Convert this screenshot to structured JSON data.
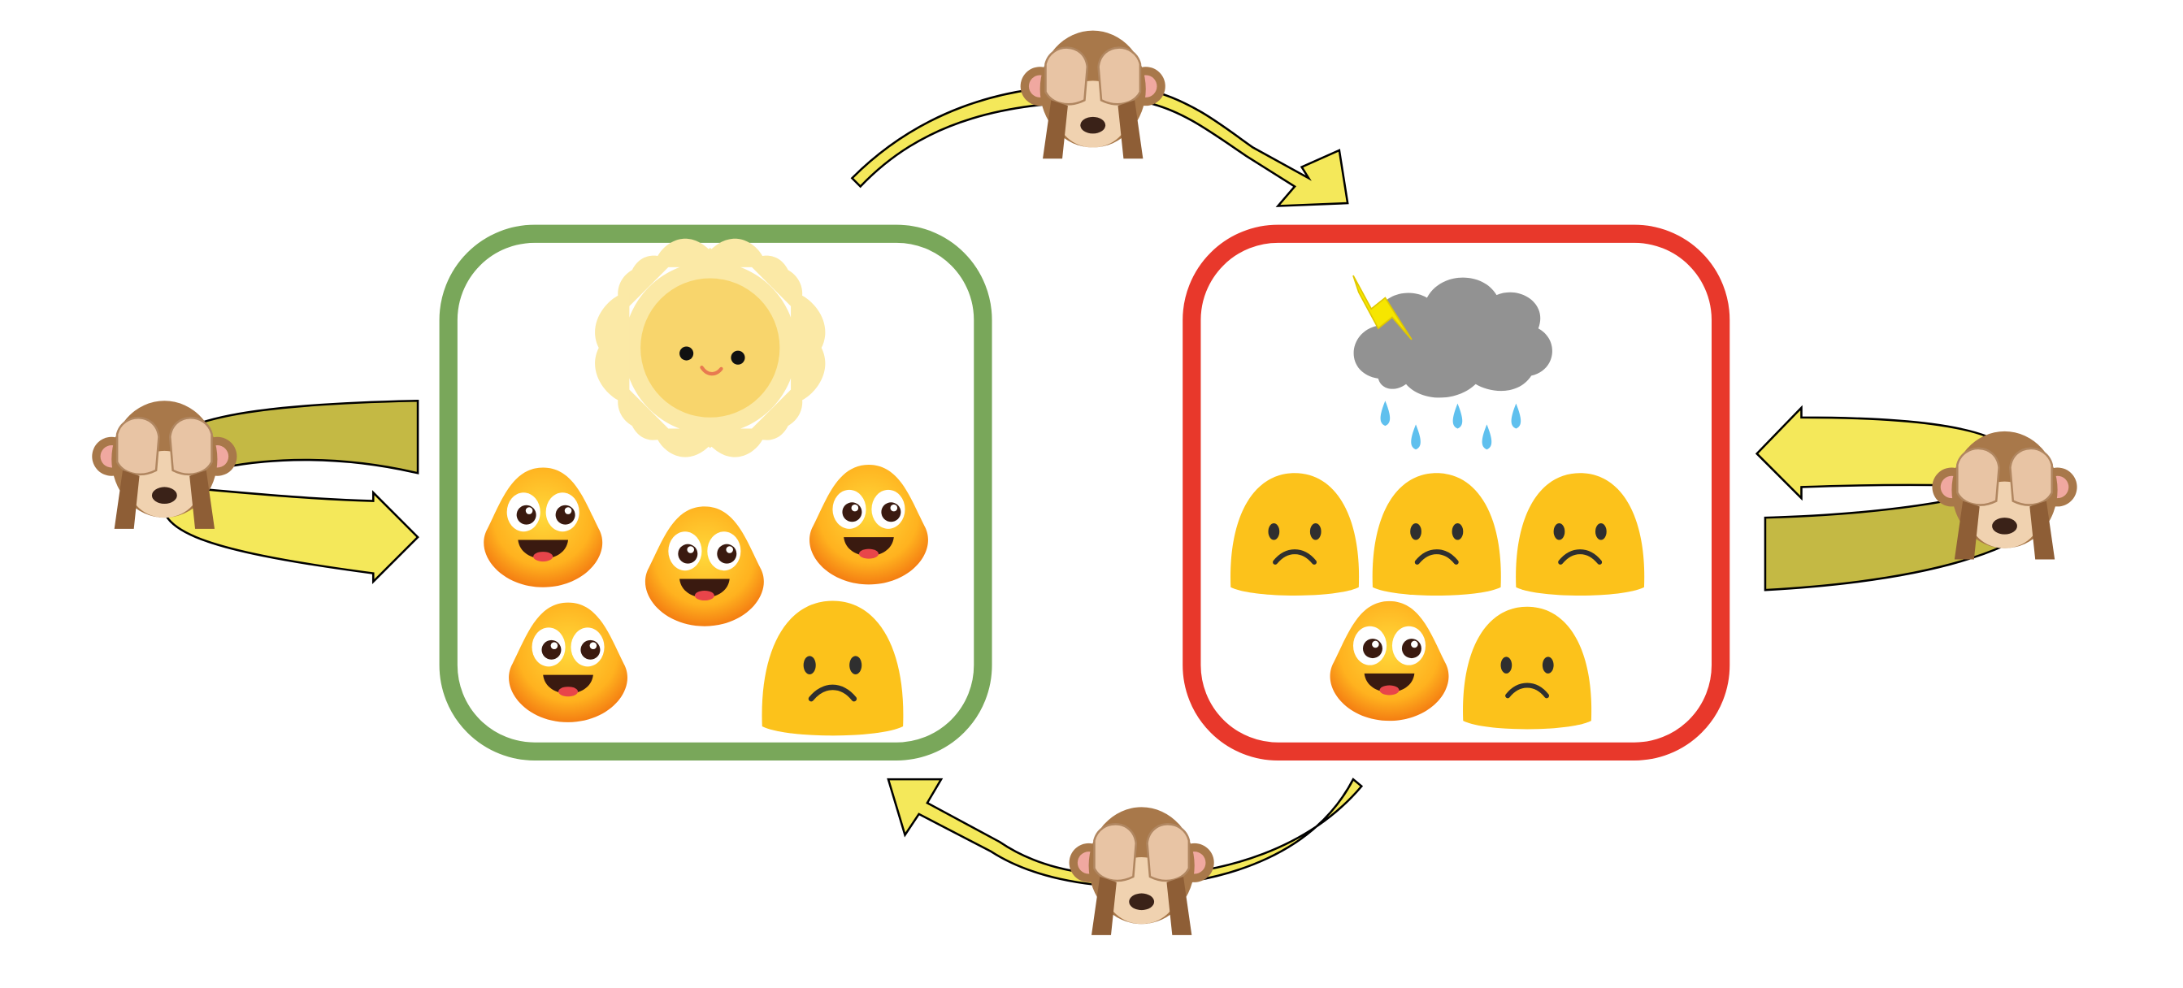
{
  "diagram": {
    "states": [
      {
        "name": "good-state",
        "border_color": "#79a75a",
        "weather": "sun",
        "happy_count": 4,
        "sad_count": 1
      },
      {
        "name": "bad-state",
        "border_color": "#e8382b",
        "weather": "storm-cloud",
        "happy_count": 1,
        "sad_count": 4
      }
    ],
    "colors": {
      "arrow_light": "#f4e85a",
      "arrow_dark": "#c4b944",
      "sun": "#f8d56c",
      "sun_rays": "#fbe9a6",
      "cloud": "#929292",
      "rain": "#5fc0ee",
      "lightning": "#f6e600"
    },
    "icons": [
      "see-no-evil-monkey",
      "happy-face",
      "sad-face",
      "sun",
      "storm-cloud"
    ]
  }
}
